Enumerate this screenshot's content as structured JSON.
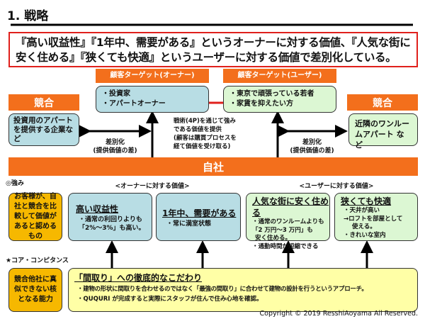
{
  "title": "1. 戦略",
  "summary": [
    "『高い収益性』『1年中、需要がある』というオーナーに対する価値、『人気な街に",
    "安く住める』『狭くても快適』というユーザーに対する価値で差別化している。"
  ],
  "targets": {
    "owner": {
      "label": "顧客ターゲット(オーナー)",
      "items": [
        "・投資家",
        "・アパートオーナー"
      ]
    },
    "user": {
      "label": "顧客ターゲット(ユーザー)",
      "items": [
        "・東京で頑張っている若者",
        "・家賃を抑えたい方"
      ]
    }
  },
  "competitors": {
    "left": {
      "label": "競合",
      "text": "投資用のアパートを提供する企業など"
    },
    "right": {
      "label": "競合",
      "text": "近隣のワンルームアパート など"
    }
  },
  "differentiation": {
    "line1": "差別化",
    "line2": "(提供価値の差)"
  },
  "tactics_note": [
    "戦術(4P)を通じて強み",
    "である価値を提供",
    "(顧客は購買プロセスを",
    "経て価値を受け取る)"
  ],
  "company": "自社",
  "strengths": {
    "heading": "◎強み",
    "owner_group": "<オーナーに対する価値>",
    "user_group": "<ユーザーに対する価値>",
    "definition": "お客様が、自社と競合を比較して価値があると認めるもの",
    "cards": [
      {
        "title": "高い収益性",
        "items": [
          "・通常の利回りよりも",
          "「2%～3%」も高い。"
        ]
      },
      {
        "title": "1年中、需要がある",
        "items": [
          "・常に満室状態"
        ]
      },
      {
        "title": "人気な街に安く住める",
        "items": [
          "・通常のワンルームよりも",
          "「2 万円～3 万円」も",
          "安く住める。",
          "・通勤時間が短縮できる"
        ]
      },
      {
        "title": "狭くても快適",
        "items": [
          "・天井が高い",
          "→ロフトを部屋として",
          "使える。",
          "・きれいな室内"
        ]
      }
    ]
  },
  "core": {
    "heading": "★コア・コンピタンス",
    "definition": "競合他社に真似できない核となる能力",
    "title": "「間取り」への徹底的なこだわり",
    "items": [
      "・建物の形状に間取りを合わせるのではなく「最強の間取り」に合わせて建物の設計を行うというアプローチ。",
      "・QUQURI が完成すると実際にスタッフが住んで住み心地を確認。"
    ]
  },
  "copyright": "Copyright © 2019 ResshiAoyama All Reserved.",
  "colors": {
    "orange": "#f36f1c",
    "blue": "#b8dde4",
    "green": "#dcf7d3",
    "gold": "#f6b800",
    "lightyellow": "#ffffa6",
    "red": "#e0201c"
  }
}
